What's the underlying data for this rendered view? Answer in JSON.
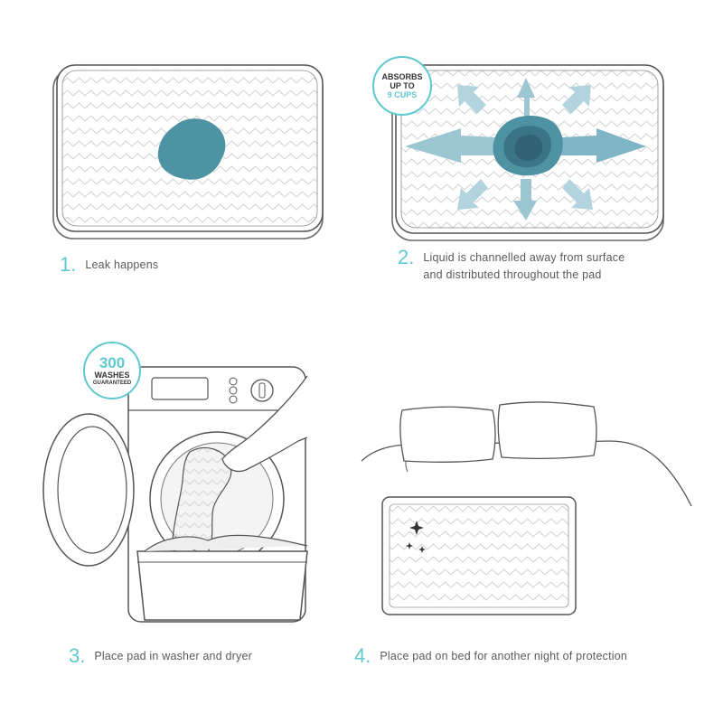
{
  "colors": {
    "accent": "#5ec9cf",
    "leak": "#4e93a3",
    "line": "#555555",
    "text": "#5a5a5a"
  },
  "badges": {
    "absorbs": {
      "line1": "ABSORBS",
      "line2": "UP TO",
      "line3": "9 CUPS"
    },
    "washes": {
      "line1": "300",
      "line2": "WASHES",
      "line3": "GUARANTEED"
    }
  },
  "steps": [
    {
      "number": "1.",
      "text_lines": [
        "Leak happens"
      ]
    },
    {
      "number": "2.",
      "text_lines": [
        "Liquid is channelled away from surface",
        "and distributed throughout the pad"
      ]
    },
    {
      "number": "3.",
      "text_lines": [
        "Place pad in washer and dryer"
      ]
    },
    {
      "number": "4.",
      "text_lines": [
        "Place pad on bed for another night of protection"
      ]
    }
  ],
  "icons": {
    "leak": "leak-spot-icon",
    "arrows": "absorption-arrows-icon",
    "washer": "washing-machine-icon",
    "bed": "bed-with-pad-icon",
    "sparkle": "sparkle-icon"
  }
}
